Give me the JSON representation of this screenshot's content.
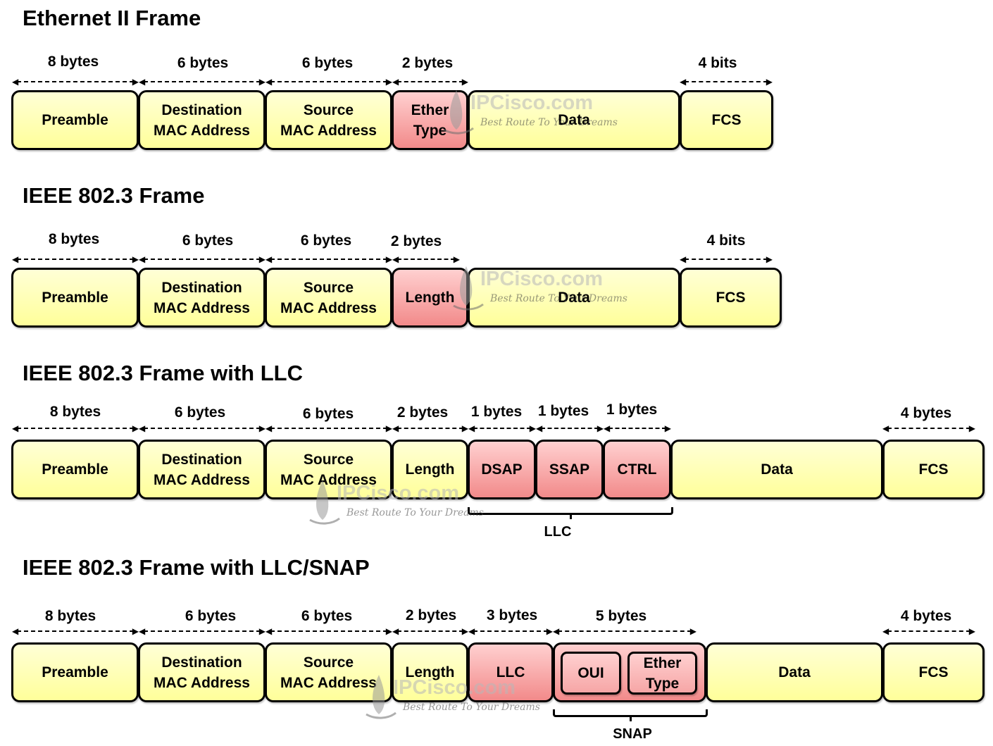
{
  "frames": [
    {
      "title": "Ethernet II Frame",
      "sizes": [
        "8 bytes",
        "6 bytes",
        "6 bytes",
        "2 bytes",
        "4 bits"
      ],
      "fields": {
        "preamble": "Preamble",
        "dest_line1": "Destination",
        "dest_line2": "MAC Address",
        "src_line1": "Source",
        "src_line2": "MAC Address",
        "type_line1": "Ether",
        "type_line2": "Type",
        "data": "Data",
        "fcs": "FCS"
      }
    },
    {
      "title": "IEEE 802.3 Frame",
      "sizes": [
        "8 bytes",
        "6 bytes",
        "6 bytes",
        "2 bytes",
        "4 bits"
      ],
      "fields": {
        "preamble": "Preamble",
        "dest_line1": "Destination",
        "dest_line2": "MAC Address",
        "src_line1": "Source",
        "src_line2": "MAC Address",
        "length": "Length",
        "data": "Data",
        "fcs": "FCS"
      }
    },
    {
      "title": "IEEE 802.3 Frame with LLC",
      "sizes": [
        "8 bytes",
        "6 bytes",
        "6 bytes",
        "2 bytes",
        "1 bytes",
        "1 bytes",
        "1 bytes",
        "4 bytes"
      ],
      "fields": {
        "preamble": "Preamble",
        "dest_line1": "Destination",
        "dest_line2": "MAC Address",
        "src_line1": "Source",
        "src_line2": "MAC Address",
        "length": "Length",
        "dsap": "DSAP",
        "ssap": "SSAP",
        "ctrl": "CTRL",
        "data": "Data",
        "fcs": "FCS"
      },
      "group_label": "LLC"
    },
    {
      "title": "IEEE 802.3 Frame with LLC/SNAP",
      "sizes": [
        "8 bytes",
        "6 bytes",
        "6 bytes",
        "2 bytes",
        "3 bytes",
        "5 bytes",
        "4 bytes"
      ],
      "fields": {
        "preamble": "Preamble",
        "dest_line1": "Destination",
        "dest_line2": "MAC Address",
        "src_line1": "Source",
        "src_line2": "MAC Address",
        "length": "Length",
        "llc": "LLC",
        "oui": "OUI",
        "type_line1": "Ether",
        "type_line2": "Type",
        "data": "Data",
        "fcs": "FCS"
      },
      "group_label": "SNAP"
    }
  ],
  "watermark": {
    "name": "IPCisco.com",
    "tagline": "Best Route To Your Dreams"
  },
  "colors": {
    "field_fill": "#ffff9a",
    "highlight_fill": "#f28a8a",
    "outline": "#000000"
  }
}
